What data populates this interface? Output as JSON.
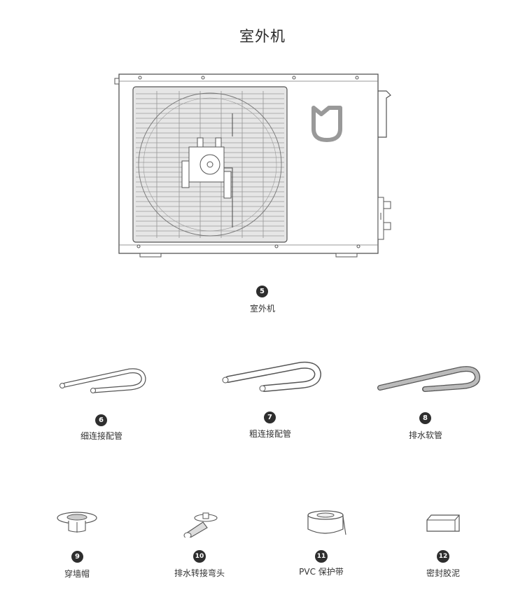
{
  "page": {
    "title": "室外机"
  },
  "items": [
    {
      "number": "5",
      "label": "室外机"
    },
    {
      "number": "6",
      "label": "细连接配管"
    },
    {
      "number": "7",
      "label": "粗连接配管"
    },
    {
      "number": "8",
      "label": "排水软管"
    },
    {
      "number": "9",
      "label": "穿墙帽"
    },
    {
      "number": "10",
      "label": "排水转接弯头"
    },
    {
      "number": "11",
      "label": "PVC  保护带"
    },
    {
      "number": "12",
      "label": "密封胶泥"
    }
  ],
  "icons": {
    "outdoor_unit": "outdoor-unit-illustration",
    "logo": "mi-logo-icon"
  },
  "colors": {
    "badge": "#2e2e2e",
    "line": "#555555",
    "grille": "#cfcfcf"
  }
}
